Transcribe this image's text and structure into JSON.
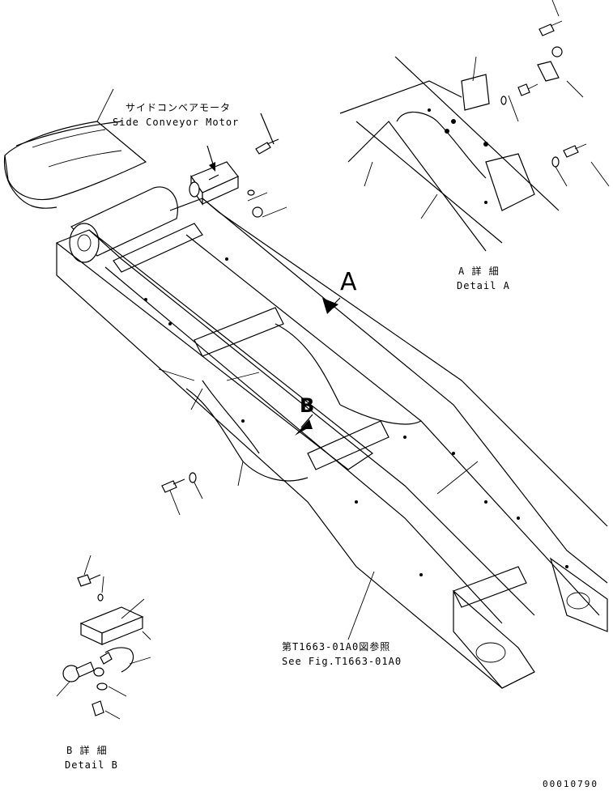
{
  "labels": {
    "motor_jp": "サイドコンベアモータ",
    "motor_en": "Side Conveyor Motor",
    "callout_a": "A",
    "callout_b": "B",
    "detail_a_jp": "A 詳 細",
    "detail_a_en": "Detail A",
    "detail_b_jp": "B 詳 細",
    "detail_b_en": "Detail B",
    "ref_jp": "第T1663-01A0図参照",
    "ref_en": "See Fig.T1663-01A0",
    "drawing_number": "00010790"
  }
}
